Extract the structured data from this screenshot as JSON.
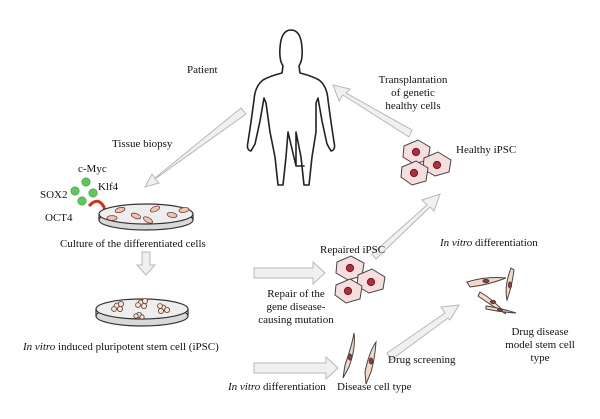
{
  "labels": {
    "patient": "Patient",
    "tissue_biopsy": "Tissue biopsy",
    "transplantation": [
      "Transplantation",
      "of genetic",
      "healthy cells"
    ],
    "healthy_ipsc": "Healthy iPSC",
    "factors": {
      "c_myc": "c-Myc",
      "sox2": "SOX2",
      "klf4": "Klf4",
      "oct4": "OCT4"
    },
    "culture": "Culture of the differentiated cells",
    "ipsc_italic": "In vitro",
    "ipsc_rest": " induced pluripotent stem cell (iPSC)",
    "repaired_ipsc": "Repaired iPSC",
    "repair": [
      "Repair of the",
      "gene disease-",
      "causing mutation"
    ],
    "right_diff_italic": "In vitro",
    "right_diff_rest": " differentiation",
    "bottom_diff_italic": "In vitro",
    "bottom_diff_rest": " differentiation",
    "disease_cell_type": "Disease cell type",
    "drug_screening": "Drug screening",
    "drug_model": [
      "Drug disease",
      "model stem cell",
      "type"
    ]
  },
  "colors": {
    "arrow_fill": "#f0f0f0",
    "arrow_stroke": "#b8b8b8",
    "factor_green": "#5cc85c",
    "klf4_arrow": "#d0301c",
    "cell_fill": "#f6dede",
    "nucleus": "#b12e3c",
    "dish_fill": "#eeeeee"
  }
}
